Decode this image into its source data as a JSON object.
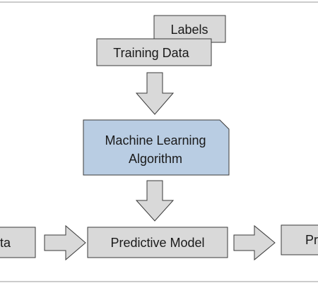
{
  "diagram": {
    "labels": "Labels",
    "training_data": "Training Data",
    "ml_algorithm_line1": "Machine Learning",
    "ml_algorithm_line2": "Algorithm",
    "input_data_partial": "ta",
    "predictive_model": "Predictive Model",
    "output_partial": "Pr"
  },
  "colors": {
    "gray_box_fill": "#d9d9d9",
    "blue_box_fill": "#b9cde3",
    "stroke": "#3a3a3a",
    "frame_line": "#9a9a9a"
  }
}
